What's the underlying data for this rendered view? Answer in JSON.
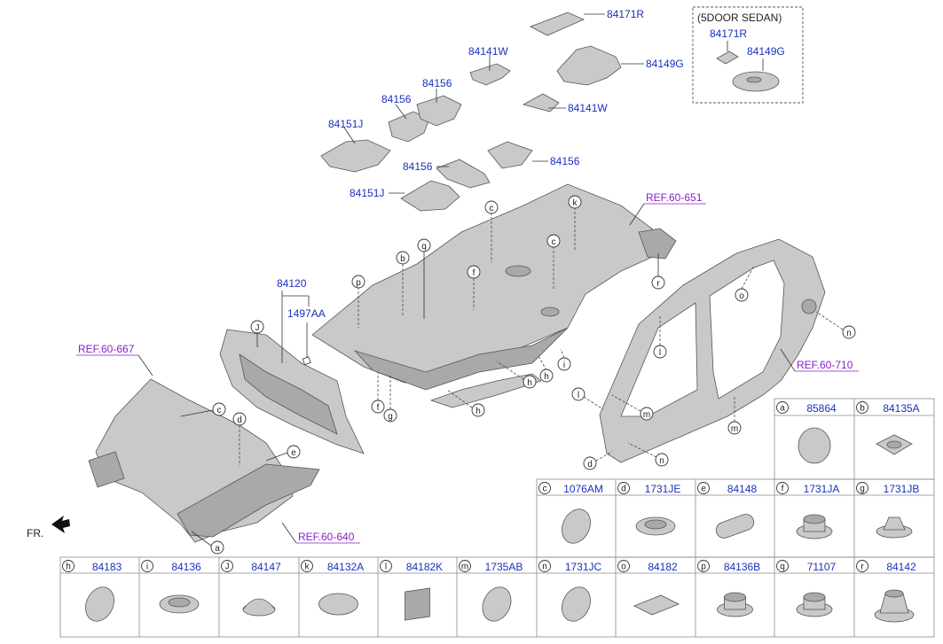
{
  "top_parts": [
    {
      "id": "p-84171R",
      "num": "84171R"
    },
    {
      "id": "p-84141W-a",
      "num": "84141W"
    },
    {
      "id": "p-84149G",
      "num": "84149G"
    },
    {
      "id": "p-84156-a",
      "num": "84156"
    },
    {
      "id": "p-84156-b",
      "num": "84156"
    },
    {
      "id": "p-84141W-b",
      "num": "84141W"
    },
    {
      "id": "p-84151J-a",
      "num": "84151J"
    },
    {
      "id": "p-84156-c",
      "num": "84156"
    },
    {
      "id": "p-84156-d",
      "num": "84156"
    },
    {
      "id": "p-84151J-b",
      "num": "84151J"
    },
    {
      "id": "p-84120",
      "num": "84120"
    },
    {
      "id": "p-1497AA",
      "num": "1497AA"
    }
  ],
  "sedan_box": {
    "title": "(5DOOR SEDAN)",
    "parts": [
      "84171R",
      "84149G"
    ]
  },
  "refs": [
    "REF.60-651",
    "REF.60-667",
    "REF.60-710",
    "REF.60-640"
  ],
  "fr_label": "FR.",
  "table_right": [
    {
      "letter": "a",
      "num": "85864"
    },
    {
      "letter": "b",
      "num": "84135A"
    }
  ],
  "table_mid": [
    {
      "letter": "c",
      "num": "1076AM"
    },
    {
      "letter": "d",
      "num": "1731JE"
    },
    {
      "letter": "e",
      "num": "84148"
    },
    {
      "letter": "f",
      "num": "1731JA"
    },
    {
      "letter": "g",
      "num": "1731JB"
    }
  ],
  "table_bottom": [
    {
      "letter": "h",
      "num": "84183"
    },
    {
      "letter": "i",
      "num": "84136"
    },
    {
      "letter": "J",
      "num": "84147"
    },
    {
      "letter": "k",
      "num": "84132A"
    },
    {
      "letter": "l",
      "num": "84182K"
    },
    {
      "letter": "m",
      "num": "1735AB"
    },
    {
      "letter": "n",
      "num": "1731JC"
    },
    {
      "letter": "o",
      "num": "84182"
    },
    {
      "letter": "p",
      "num": "84136B"
    },
    {
      "letter": "q",
      "num": "71107"
    },
    {
      "letter": "r",
      "num": "84142"
    }
  ],
  "callouts": [
    "c",
    "k",
    "c",
    "r",
    "b",
    "q",
    "f",
    "p",
    "J",
    "c",
    "d",
    "e",
    "a",
    "f",
    "g",
    "h",
    "h",
    "h",
    "i",
    "l",
    "l",
    "m",
    "m",
    "n",
    "n",
    "d",
    "o"
  ]
}
